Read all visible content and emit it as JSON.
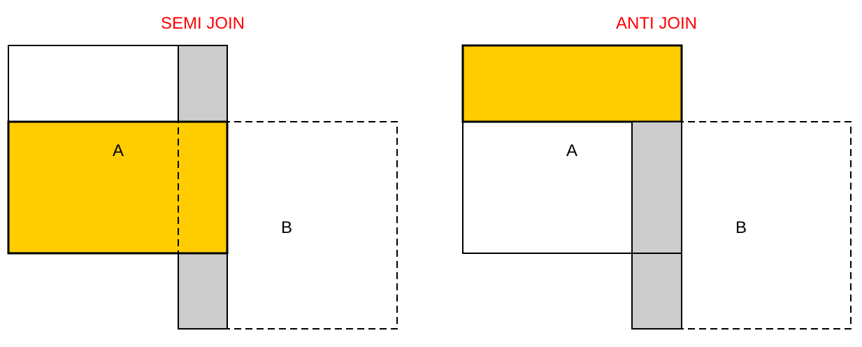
{
  "semi_join": {
    "title": "SEMI JOIN",
    "label_a": "A",
    "label_b": "B"
  },
  "anti_join": {
    "title": "ANTI JOIN",
    "label_a": "A",
    "label_b": "B"
  },
  "colors": {
    "highlight": "#ffcc00",
    "overlap": "#cccccc",
    "title": "#ff0000"
  }
}
